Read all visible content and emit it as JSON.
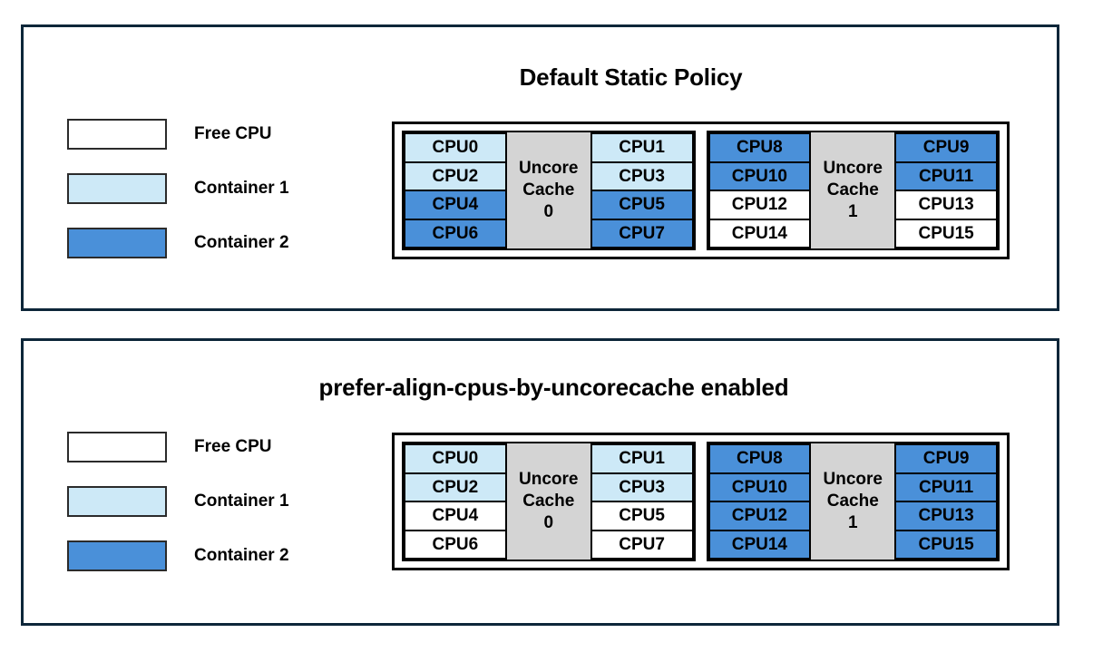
{
  "panels": [
    {
      "title": "Default Static Policy",
      "legend": [
        {
          "label": "Free CPU",
          "swatch": "#ffffff",
          "kind": "free"
        },
        {
          "label": "Container 1",
          "swatch": "#cde9f7",
          "kind": "c1"
        },
        {
          "label": "Container 2",
          "swatch": "#4a90d9",
          "kind": "c2"
        }
      ],
      "caches": [
        {
          "cache_label_line1": "Uncore",
          "cache_label_line2": "Cache",
          "cache_label_line3": "0",
          "left_column": [
            {
              "label": "CPU0",
              "state": "c1"
            },
            {
              "label": "CPU2",
              "state": "c1"
            },
            {
              "label": "CPU4",
              "state": "c2"
            },
            {
              "label": "CPU6",
              "state": "c2"
            }
          ],
          "right_column": [
            {
              "label": "CPU1",
              "state": "c1"
            },
            {
              "label": "CPU3",
              "state": "c1"
            },
            {
              "label": "CPU5",
              "state": "c2"
            },
            {
              "label": "CPU7",
              "state": "c2"
            }
          ]
        },
        {
          "cache_label_line1": "Uncore",
          "cache_label_line2": "Cache",
          "cache_label_line3": "1",
          "left_column": [
            {
              "label": "CPU8",
              "state": "c2"
            },
            {
              "label": "CPU10",
              "state": "c2"
            },
            {
              "label": "CPU12",
              "state": "free"
            },
            {
              "label": "CPU14",
              "state": "free"
            }
          ],
          "right_column": [
            {
              "label": "CPU9",
              "state": "c2"
            },
            {
              "label": "CPU11",
              "state": "c2"
            },
            {
              "label": "CPU13",
              "state": "free"
            },
            {
              "label": "CPU15",
              "state": "free"
            }
          ]
        }
      ]
    },
    {
      "title": "prefer-align-cpus-by-uncorecache enabled",
      "legend": [
        {
          "label": "Free CPU",
          "swatch": "#ffffff",
          "kind": "free"
        },
        {
          "label": "Container 1",
          "swatch": "#cde9f7",
          "kind": "c1"
        },
        {
          "label": "Container 2",
          "swatch": "#4a90d9",
          "kind": "c2"
        }
      ],
      "caches": [
        {
          "cache_label_line1": "Uncore",
          "cache_label_line2": "Cache",
          "cache_label_line3": "0",
          "left_column": [
            {
              "label": "CPU0",
              "state": "c1"
            },
            {
              "label": "CPU2",
              "state": "c1"
            },
            {
              "label": "CPU4",
              "state": "free"
            },
            {
              "label": "CPU6",
              "state": "free"
            }
          ],
          "right_column": [
            {
              "label": "CPU1",
              "state": "c1"
            },
            {
              "label": "CPU3",
              "state": "c1"
            },
            {
              "label": "CPU5",
              "state": "free"
            },
            {
              "label": "CPU7",
              "state": "free"
            }
          ]
        },
        {
          "cache_label_line1": "Uncore",
          "cache_label_line2": "Cache",
          "cache_label_line3": "1",
          "left_column": [
            {
              "label": "CPU8",
              "state": "c2"
            },
            {
              "label": "CPU10",
              "state": "c2"
            },
            {
              "label": "CPU12",
              "state": "c2"
            },
            {
              "label": "CPU14",
              "state": "c2"
            }
          ],
          "right_column": [
            {
              "label": "CPU9",
              "state": "c2"
            },
            {
              "label": "CPU11",
              "state": "c2"
            },
            {
              "label": "CPU13",
              "state": "c2"
            },
            {
              "label": "CPU15",
              "state": "c2"
            }
          ]
        }
      ]
    }
  ],
  "colors": {
    "free_cpu": "#ffffff",
    "container1": "#cde9f7",
    "container2": "#4a90d9",
    "uncore_cache": "#d4d4d4",
    "panel_border": "#0d2639",
    "cell_border": "#000000"
  }
}
